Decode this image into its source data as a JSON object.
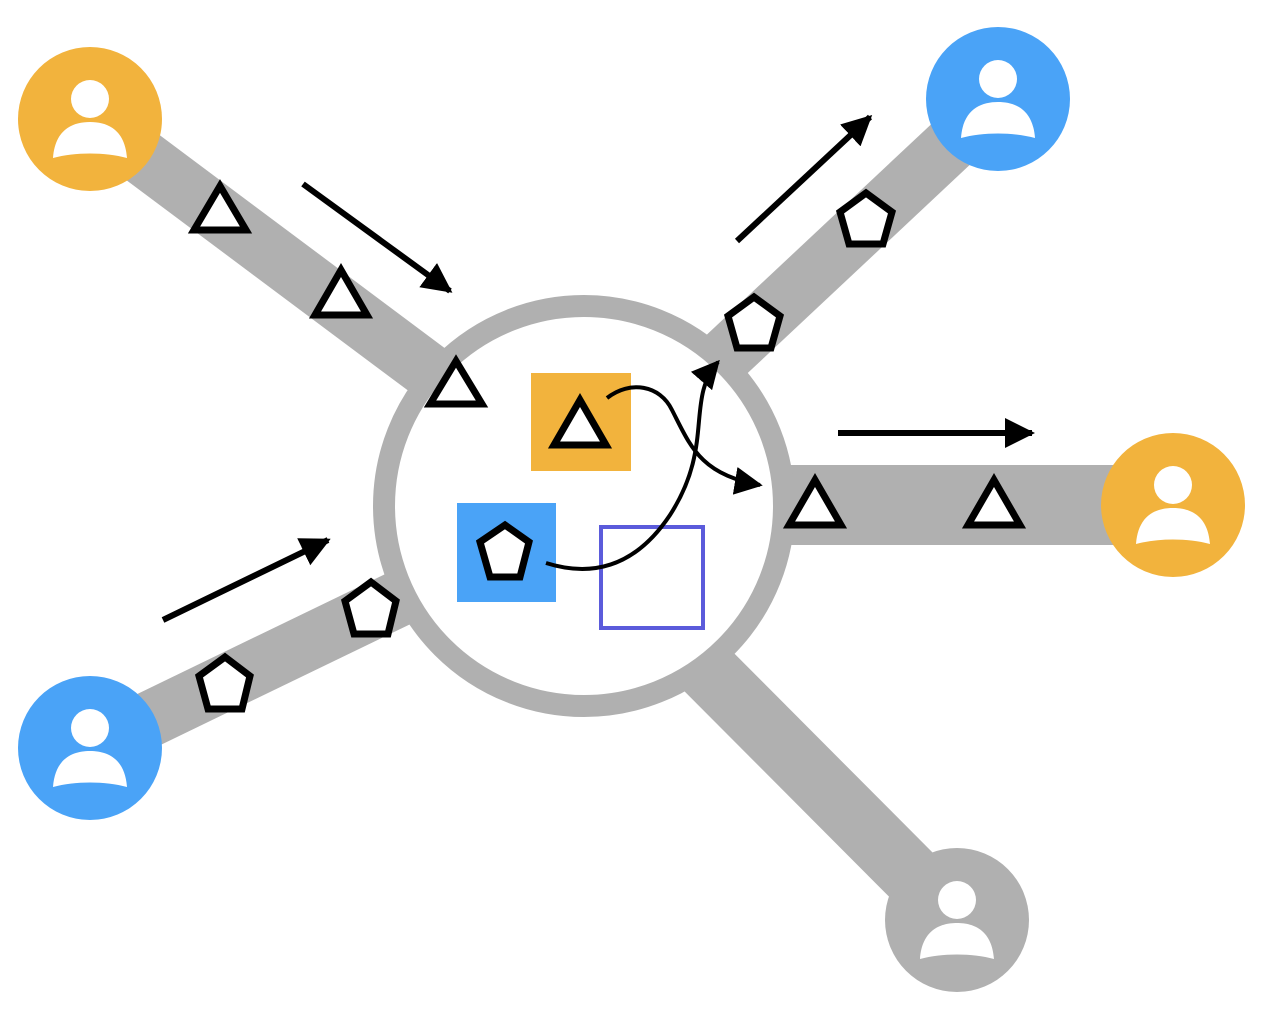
{
  "colors": {
    "orange": "#F2B33D",
    "blue": "#4AA3F7",
    "gray": "#B0B0B0",
    "purple": "#5B5BDB",
    "black": "#000000",
    "white": "#FFFFFF"
  },
  "users": [
    {
      "name": "top-left-user",
      "color": "orange",
      "icon": "person-icon"
    },
    {
      "name": "top-right-user",
      "color": "blue",
      "icon": "person-icon"
    },
    {
      "name": "right-user",
      "color": "orange",
      "icon": "person-icon"
    },
    {
      "name": "bottom-left-user",
      "color": "blue",
      "icon": "person-icon"
    },
    {
      "name": "bottom-user",
      "color": "gray",
      "icon": "person-icon"
    }
  ],
  "hub": {
    "slots": [
      {
        "name": "triangle-slot",
        "color": "orange",
        "icon": "triangle-icon"
      },
      {
        "name": "pentagon-slot",
        "color": "blue",
        "icon": "pentagon-icon"
      },
      {
        "name": "empty-slot",
        "color": "purple",
        "icon": "empty-square-icon"
      }
    ]
  },
  "packets": {
    "triangle_icon": "triangle-icon",
    "pentagon_icon": "pentagon-icon"
  },
  "arrows": [
    {
      "name": "inflow-arrow-top-left",
      "icon": "arrow-icon"
    },
    {
      "name": "inflow-arrow-bottom-left",
      "icon": "arrow-icon"
    },
    {
      "name": "outflow-arrow-top-right",
      "icon": "arrow-icon"
    },
    {
      "name": "outflow-arrow-right",
      "icon": "arrow-icon"
    }
  ]
}
